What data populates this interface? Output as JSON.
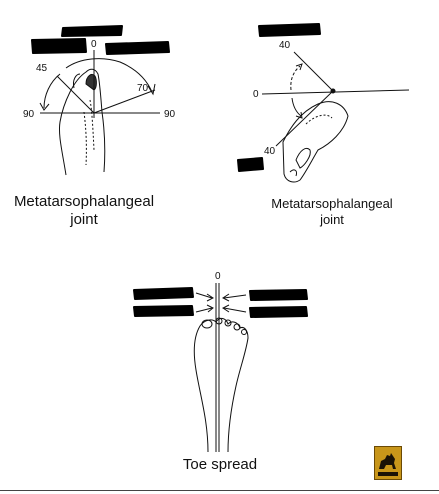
{
  "diagrams": {
    "mtp_plantar": {
      "caption": [
        "Metatarsophalangeal",
        "joint"
      ],
      "angles": {
        "zero": "0",
        "left_mid": "45",
        "right_mid": "70",
        "left_end": "90",
        "right_end": "90"
      }
    },
    "mtp_side": {
      "caption": [
        "Metatarsophalangeal",
        "joint"
      ],
      "angles": {
        "upper": "40",
        "zero": "0",
        "lower": "40"
      }
    },
    "toe_spread": {
      "caption": "Toe spread",
      "angles": {
        "zero": "0"
      }
    }
  },
  "colors": {
    "redaction": "#000000",
    "line": "#111111",
    "logo": "#c8961a"
  },
  "icons": [
    "publisher-logo-icon"
  ]
}
